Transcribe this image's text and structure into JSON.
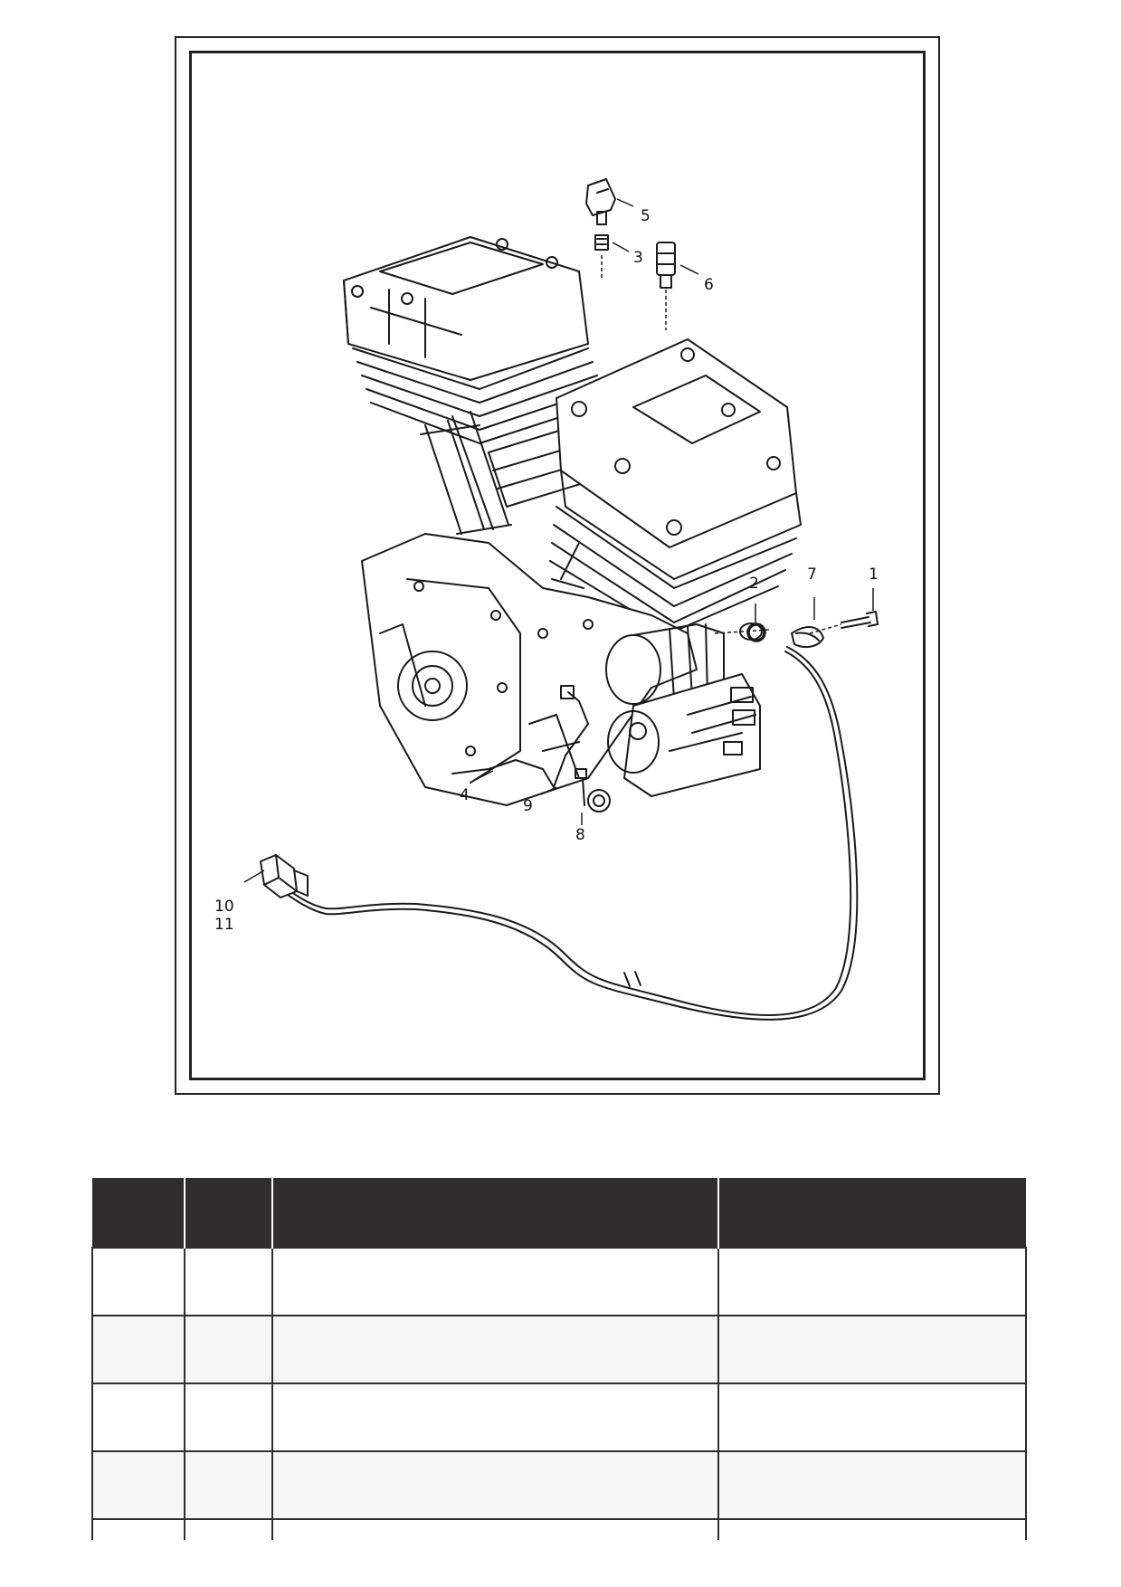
{
  "diagram": {
    "callouts": [
      {
        "id": "c1",
        "label": "1"
      },
      {
        "id": "c2",
        "label": "2"
      },
      {
        "id": "c3",
        "label": "3"
      },
      {
        "id": "c4",
        "label": "4"
      },
      {
        "id": "c5",
        "label": "5"
      },
      {
        "id": "c6",
        "label": "6"
      },
      {
        "id": "c7",
        "label": "7"
      },
      {
        "id": "c8",
        "label": "8"
      },
      {
        "id": "c9",
        "label": "9"
      },
      {
        "id": "c10",
        "label": "10"
      },
      {
        "id": "c11",
        "label": "11"
      }
    ]
  },
  "table": {
    "header_color": "#2f2e2c",
    "headers": [
      "",
      "",
      "",
      ""
    ],
    "rows": [
      [
        "",
        "",
        "",
        ""
      ],
      [
        "",
        "",
        "",
        ""
      ],
      [
        "",
        "",
        "",
        ""
      ],
      [
        "",
        "",
        "",
        ""
      ],
      [
        "",
        "",
        "",
        ""
      ]
    ]
  }
}
